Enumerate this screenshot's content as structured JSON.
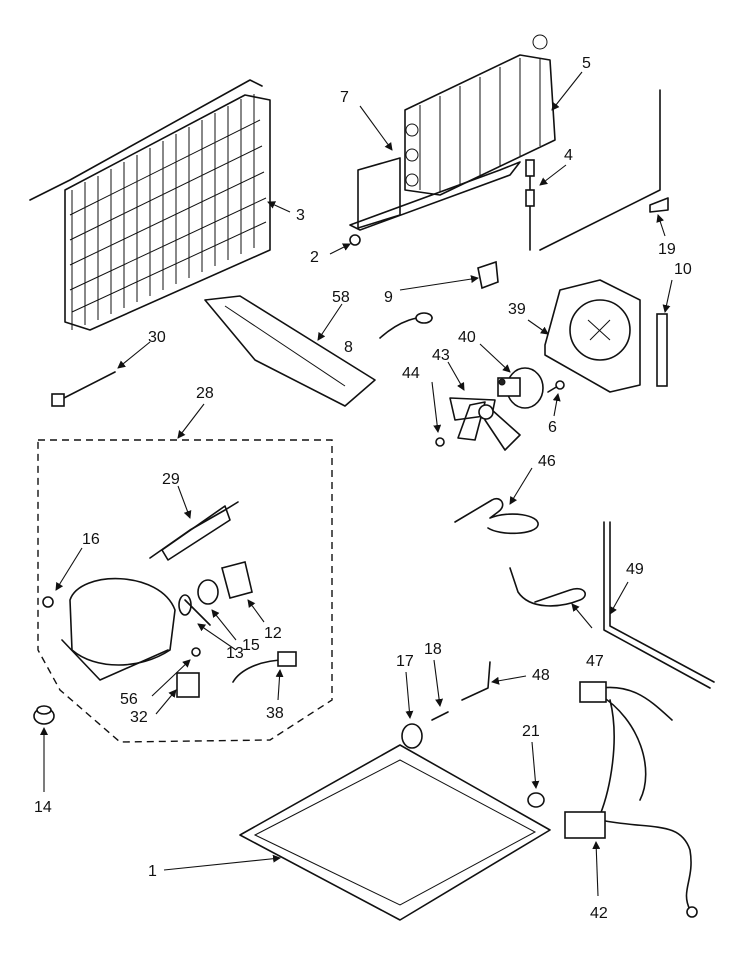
{
  "labels": {
    "p1": "1",
    "p2": "2",
    "p3": "3",
    "p4": "4",
    "p5": "5",
    "p6": "6",
    "p7": "7",
    "p8": "8",
    "p9": "9",
    "p10": "10",
    "p12": "12",
    "p13": "13",
    "p14": "14",
    "p15": "15",
    "p16": "16",
    "p17": "17",
    "p18": "18",
    "p19": "19",
    "p21": "21",
    "p28": "28",
    "p29": "29",
    "p30": "30",
    "p32": "32",
    "p38": "38",
    "p39": "39",
    "p40": "40",
    "p42": "42",
    "p43": "43",
    "p44": "44",
    "p46": "46",
    "p47": "47",
    "p48": "48",
    "p49": "49",
    "p56": "56",
    "p58": "58"
  }
}
